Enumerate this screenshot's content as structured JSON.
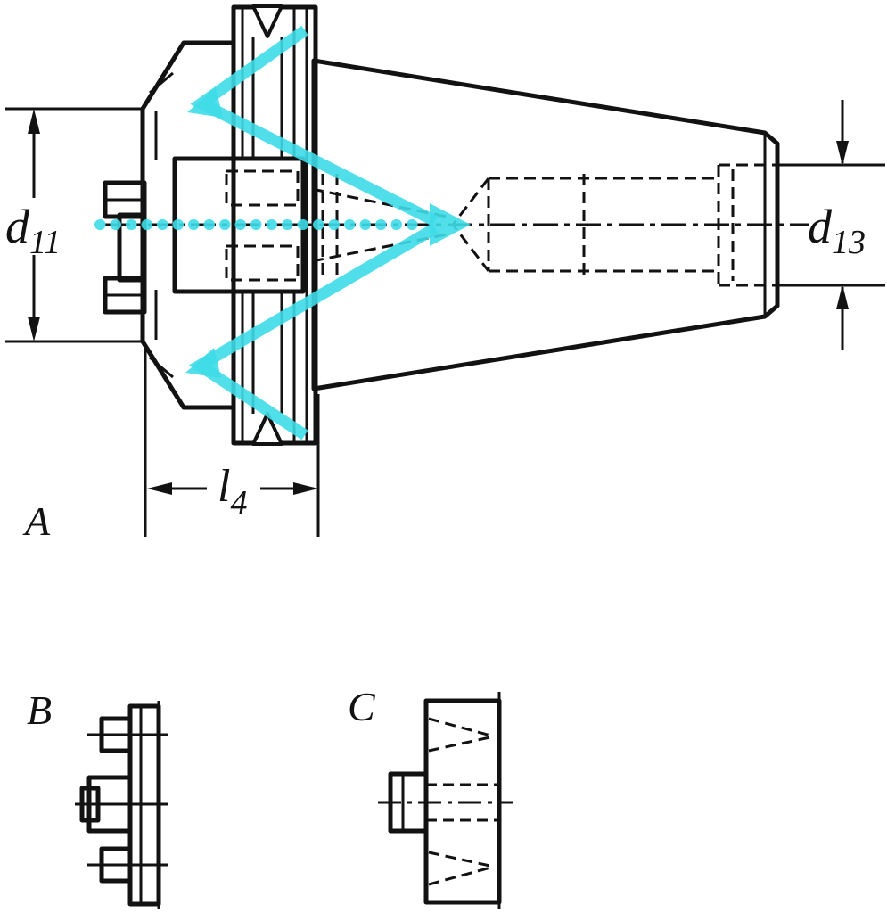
{
  "figure": {
    "views": {
      "a": "A",
      "b": "B",
      "c": "C"
    },
    "dimensions": {
      "d11": {
        "symbol": "d",
        "subscript": "11"
      },
      "d13": {
        "symbol": "d",
        "subscript": "13"
      },
      "l4": {
        "symbol": "l",
        "subscript": "4"
      }
    },
    "colors": {
      "body_fill": "#c9c9c9",
      "outline": "#121212",
      "coolant": "#3edce8",
      "background": "#ffffff"
    }
  }
}
